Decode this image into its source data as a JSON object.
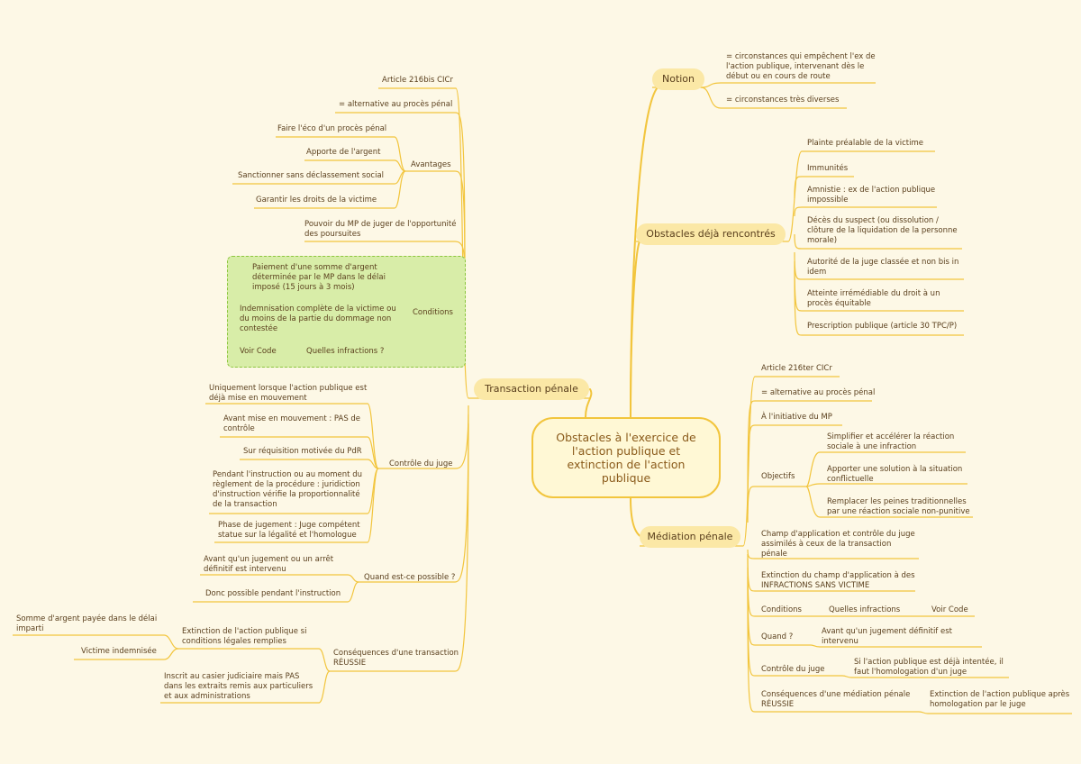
{
  "central": "Obstacles à l'exercice de l'action publique et extinction de l'action publique",
  "right": {
    "notion": {
      "title": "Notion",
      "items": [
        "= circonstances qui empêchent l'ex de l'action publique, intervenant dès le début ou en cours de route",
        "= circonstances très diverses"
      ]
    },
    "obstacles": {
      "title": "Obstacles déjà rencontrés",
      "items": [
        "Plainte préalable de la victime",
        "Immunités",
        "Amnistie : ex de l'action publique impossible",
        "Décès du suspect (ou dissolution / clôture de la liquidation de la personne morale)",
        "Autorité de la juge classée et non bis in idem",
        "Atteinte irrémédiable du droit à un procès équitable",
        "Prescription publique (article 30 TPC/P)"
      ]
    },
    "mediation": {
      "title": "Médiation pénale",
      "article": "Article 216ter CICr",
      "alt": "= alternative au procès pénal",
      "initiative": "À l'initiative du MP",
      "objectifs": {
        "label": "Objectifs",
        "items": [
          "Simplifier et accélérer la réaction sociale à une infraction",
          "Apporter une solution à la situation conflictuelle",
          "Remplacer les peines traditionnelles par une réaction sociale non-punitive"
        ]
      },
      "champ": "Champ d'application et contrôle du juge assimilés à ceux de la transaction pénale",
      "extinction": "Extinction du champ d'application à des INFRACTIONS SANS VICTIME",
      "conditions": {
        "label": "Conditions",
        "q": "Quelles infractions",
        "a": "Voir Code"
      },
      "quand": {
        "label": "Quand ?",
        "a": "Avant qu'un jugement définitif est intervenu"
      },
      "controle": {
        "label": "Contrôle du juge",
        "a": "Si l'action publique est déjà intentée, il faut l'homologation d'un juge"
      },
      "consequences": {
        "label": "Conséquences d'une médiation pénale RÉUSSIE",
        "a": "Extinction de l'action publique après homologation par le juge"
      }
    }
  },
  "left": {
    "transaction": {
      "title": "Transaction pénale",
      "article": "Article 216bis CICr",
      "alt": "= alternative au procès pénal",
      "avantages": {
        "label": "Avantages",
        "items": [
          "Faire l'éco d'un procès pénal",
          "Apporte de l'argent",
          "Sanctionner sans déclassement social",
          "Garantir les droits de la victime"
        ]
      },
      "pouvoir": "Pouvoir du MP de juger de l'opportunité des poursuites",
      "conditions": {
        "label": "Conditions",
        "items": [
          "Paiement d'une somme d'argent déterminée par le MP dans le délai imposé (15 jours à 3 mois)",
          "Indemnisation complète de la victime ou du moins de la partie du dommage non contestée"
        ],
        "voir": "Voir Code",
        "quelles": "Quelles infractions ?"
      },
      "controle": {
        "label": "Contrôle du juge",
        "items": [
          "Uniquement lorsque l'action publique est déjà mise en mouvement",
          "Avant mise en mouvement : PAS de contrôle",
          "Sur réquisition motivée du PdR",
          "Pendant l'instruction ou au moment du règlement de la procédure : juridiction d'instruction vérifie la proportionnalité de la transaction",
          "Phase de jugement : Juge compétent statue sur la légalité et l'homologue"
        ]
      },
      "quand": {
        "label": "Quand est-ce possible ?",
        "items": [
          "Avant qu'un jugement ou un arrêt définitif est intervenu",
          "Donc possible pendant l'instruction"
        ]
      },
      "consequences": {
        "label": "Conséquences d'une transaction RÉUSSIE",
        "extinction": "Extinction de l'action publique si conditions légales remplies",
        "sub1": "Somme d'argent payée dans le délai imparti",
        "sub2": "Victime indemnisée",
        "inscrit": "Inscrit au casier judiciaire mais PAS dans les extraits remis aux particuliers et aux administrations"
      }
    }
  }
}
